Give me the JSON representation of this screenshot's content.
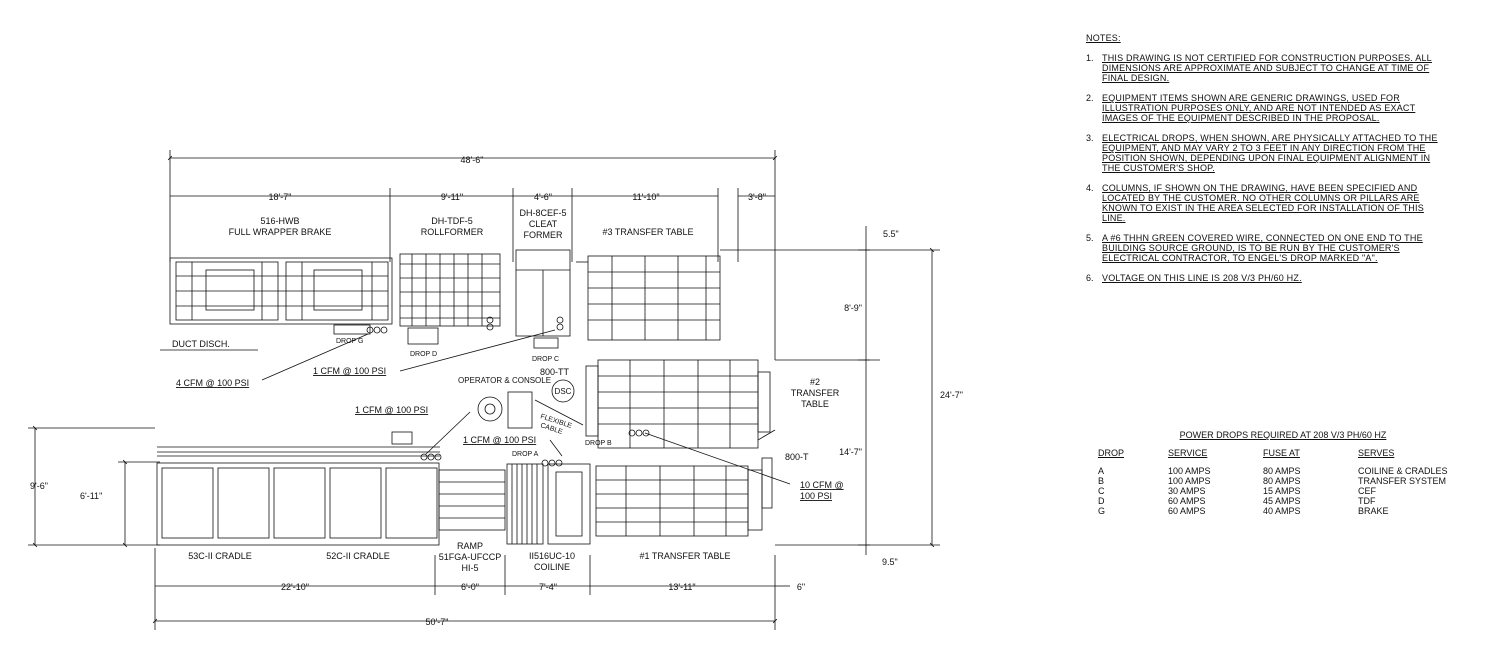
{
  "labels": {
    "brake": [
      "516-HWB",
      "FULL WRAPPER BRAKE"
    ],
    "rollformer": [
      "DH-TDF-5",
      "ROLLFORMER"
    ],
    "cleat": [
      "DH-8CEF-5",
      "CLEAT",
      "FORMER"
    ],
    "transfer3": "#3 TRANSFER TABLE",
    "transfer2": [
      "#2",
      "TRANSFER",
      "TABLE"
    ],
    "transfer1": "#1 TRANSFER TABLE",
    "duct": "DUCT DISCH.",
    "operator": "OPERATOR & CONSOLE",
    "tt800": "800-TT",
    "t800": "800-T",
    "dsc": "DSC",
    "flex": [
      "FLEXIBLE",
      "CABLE"
    ],
    "drop_g": "DROP G",
    "drop_d": "DROP D",
    "drop_c": "DROP C",
    "drop_b": "DROP B",
    "drop_a": "DROP A",
    "cfm4": "4 CFM @ 100 PSI",
    "cfm1a": "1 CFM @ 100 PSI",
    "cfm1b": "1 CFM @ 100 PSI",
    "cfm1c": "1 CFM @ 100 PSI",
    "cfm10": [
      "10 CFM @",
      "100 PSI"
    ],
    "cradle53": "53C-II CRADLE",
    "cradle52": "52C-II CRADLE",
    "ramp": [
      "RAMP",
      "51FGA-UFCCP",
      "HI-5"
    ],
    "coiline": [
      "II516UC-10",
      "COILINE"
    ]
  },
  "dims": {
    "top_total": "48'-6\"",
    "d1": "18'-7\"",
    "d2": "9'-11\"",
    "d3": "4'-6\"",
    "d4": "11'-10\"",
    "d5": "3'-8\"",
    "r1": "5.5\"",
    "r2": "8'-9\"",
    "r3": "24'-7\"",
    "r4": "14'-7\"",
    "r5": "9.5\"",
    "l1": "9'-6\"",
    "l2": "6'-11\"",
    "b1": "22'-10\"",
    "b2": "6'-0\"",
    "b3": "7'-4\"",
    "b4": "13'-11\"",
    "b5": "6\"",
    "bottom_total": "50'-7\""
  },
  "notes": {
    "title": "NOTES:",
    "items": [
      {
        "num": "1.",
        "text": "THIS DRAWING IS NOT CERTIFIED FOR CONSTRUCTION PURPOSES. ALL DIMENSIONS ARE APPROXIMATE AND SUBJECT TO CHANGE AT TIME OF FINAL DESIGN."
      },
      {
        "num": "2.",
        "text": "EQUIPMENT ITEMS SHOWN ARE GENERIC DRAWINGS, USED FOR ILLUSTRATION PURPOSES ONLY, AND ARE NOT INTENDED AS EXACT IMAGES OF THE EQUIPMENT DESCRIBED IN THE PROPOSAL."
      },
      {
        "num": "3.",
        "text": "ELECTRICAL DROPS, WHEN SHOWN, ARE PHYSICALLY ATTACHED TO THE EQUIPMENT, AND MAY VARY 2 TO 3 FEET IN ANY DIRECTION FROM THE POSITION SHOWN, DEPENDING UPON FINAL EQUIPMENT ALIGNMENT IN THE CUSTOMER'S SHOP."
      },
      {
        "num": "4.",
        "text": "COLUMNS, IF SHOWN ON THE DRAWING, HAVE BEEN SPECIFIED AND LOCATED BY THE CUSTOMER. NO OTHER COLUMNS OR PILLARS ARE KNOWN TO EXIST IN THE AREA SELECTED FOR INSTALLATION OF THIS LINE."
      },
      {
        "num": "5.",
        "text": "A #6 THHN GREEN COVERED WIRE, CONNECTED ON ONE END TO THE BUILDING SOURCE GROUND, IS TO BE RUN BY THE CUSTOMER'S ELECTRICAL CONTRACTOR, TO ENGEL'S DROP MARKED \"A\"."
      },
      {
        "num": "6.",
        "text": "VOLTAGE ON THIS LINE IS 208 V/3 PH/60 HZ."
      }
    ]
  },
  "power": {
    "title": "POWER DROPS REQUIRED AT 208 V/3 PH/60 HZ",
    "headers": [
      "DROP",
      "SERVICE",
      "FUSE AT",
      "SERVES"
    ],
    "rows": [
      [
        "A",
        "100 AMPS",
        "80 AMPS",
        "COILINE & CRADLES"
      ],
      [
        "B",
        "100 AMPS",
        "80 AMPS",
        "TRANSFER SYSTEM"
      ],
      [
        "C",
        "30 AMPS",
        "15 AMPS",
        "CEF"
      ],
      [
        "D",
        "60 AMPS",
        "45 AMPS",
        "TDF"
      ],
      [
        "G",
        "60 AMPS",
        "40 AMPS",
        "BRAKE"
      ]
    ]
  }
}
